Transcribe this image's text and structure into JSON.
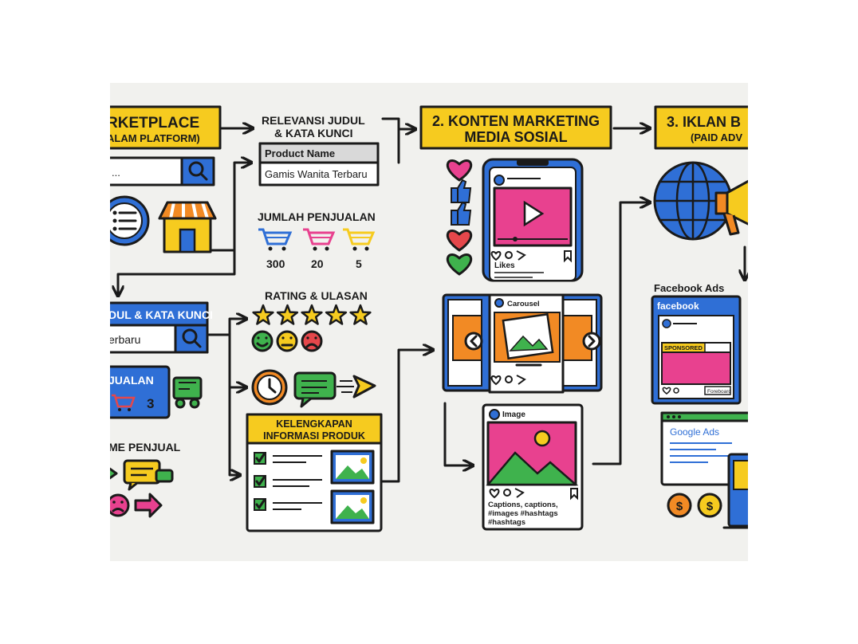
{
  "section1": {
    "title_line1": "RKETPLACE",
    "title_line2": "ALAM PLATFORM)",
    "search_placeholder": "...",
    "judul_bar_label": "DUL & KATA KUNCI",
    "judul_search_value": "erbaru",
    "penjualan_label": "JUALAN",
    "penjualan_count": "3",
    "penjual_label": "ME PENJUAL"
  },
  "relevansi": {
    "title_line1": "RELEVANSI JUDUL",
    "title_line2": "& KATA KUNCI",
    "table_header": "Product Name",
    "table_value": "Gamis Wanita Terbaru"
  },
  "jumlah": {
    "title": "JUMLAH PENJUALAN",
    "counts": [
      "300",
      "20",
      "5"
    ]
  },
  "rating": {
    "title": "RATING & ULASAN",
    "stars": 5
  },
  "kelengkapan": {
    "title_line1": "KELENGKAPAN",
    "title_line2": "INFORMASI PRODUK"
  },
  "section2": {
    "title_line1": "2. KONTEN MARKETING",
    "title_line2": "MEDIA SOSIAL",
    "phone_likes": "Likes",
    "carousel_label": "Carousel",
    "image_label": "Image",
    "caption_line1": "Captions, captions,",
    "caption_line2": "#images #hashtags",
    "caption_line3": "#hashtags"
  },
  "section3": {
    "title_line1": "3. IKLAN B",
    "title_line2": "(PAID ADV",
    "facebook_ads_label": "Facebook Ads",
    "facebook_brand": "facebook",
    "sponsored": "SPONSORED",
    "fb_button": "Foreboard",
    "google_ads": "Google Ads"
  },
  "colors": {
    "yellow": "#f6cb1f",
    "blue": "#2f6fd6",
    "pink": "#e8418f",
    "green": "#3fb24d",
    "orange": "#f28a24",
    "red": "#e5474b"
  }
}
